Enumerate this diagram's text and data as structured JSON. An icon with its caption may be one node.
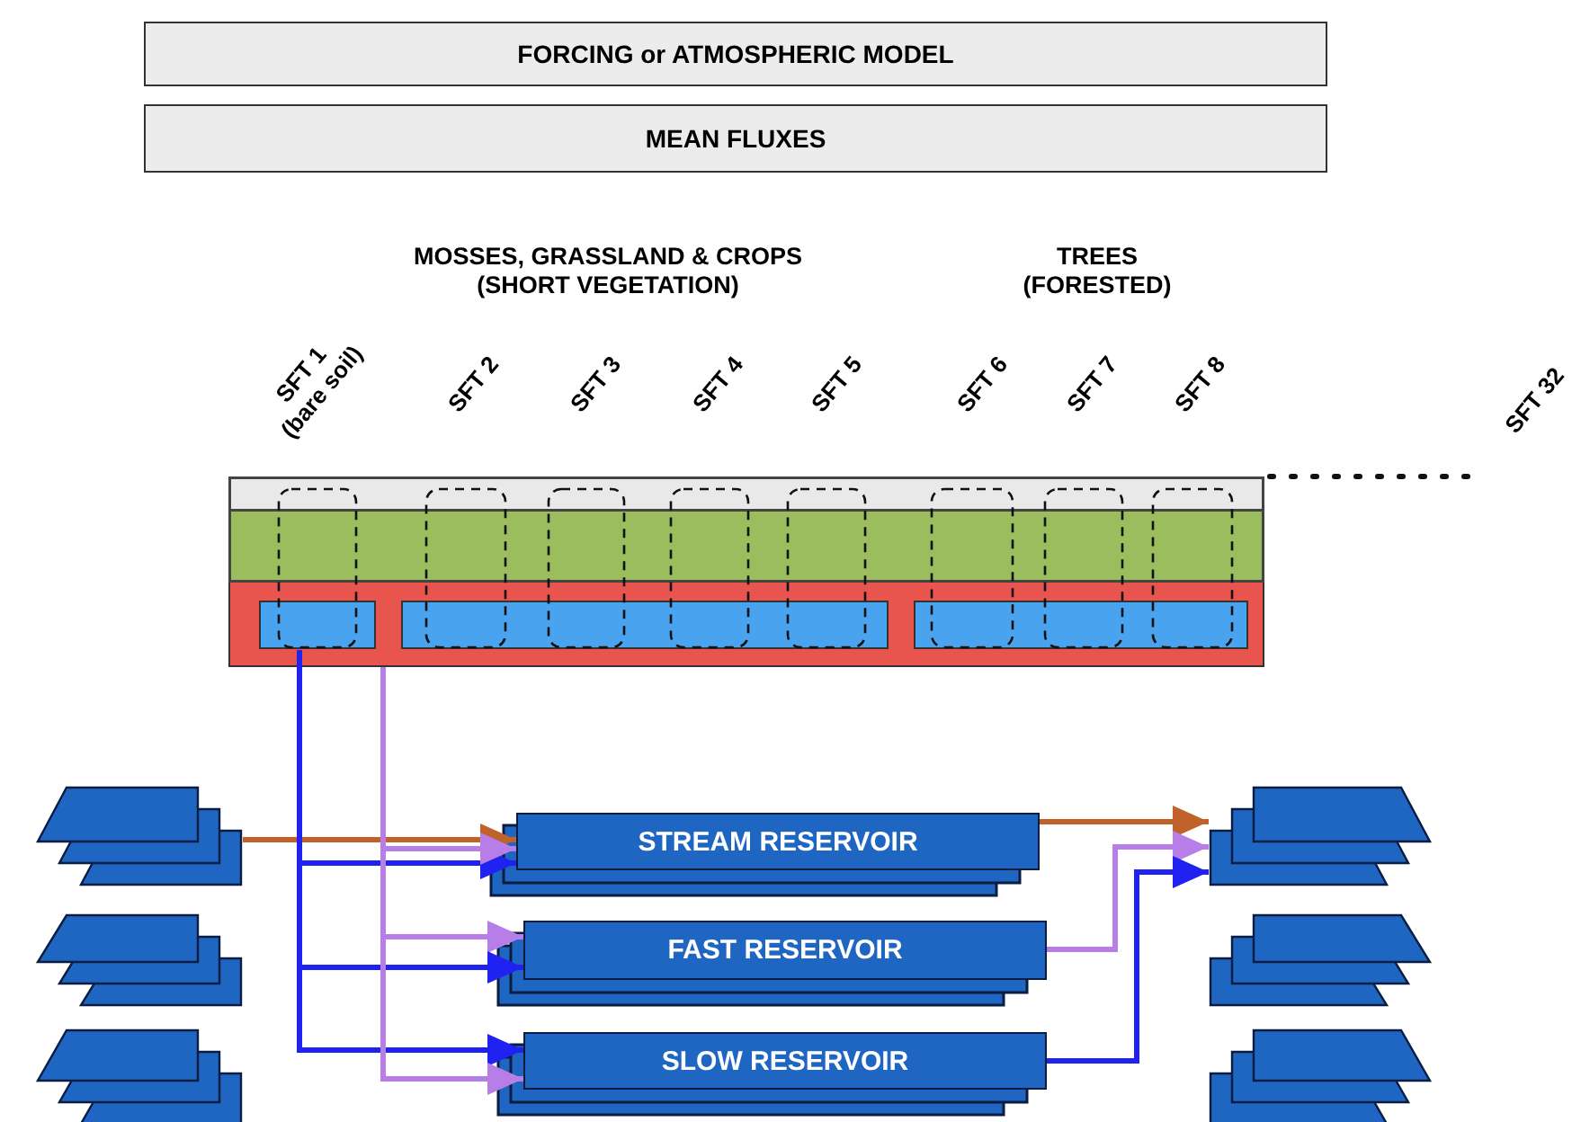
{
  "diagram": {
    "nodes": [
      {
        "text": [
          "FORCING or ATMOSPHERIC MODEL"
        ]
      },
      {
        "text": [
          "MEAN FLUXES"
        ]
      },
      {
        "text": [],
        "shape": "box"
      },
      {
        "text": [],
        "shape": "box",
        "in": 2
      },
      {
        "text": [],
        "shape": "box",
        "in": 2
      },
      {
        "text": [],
        "shape": "box",
        "in": 2
      },
      {
        "text": [
          "STREAM RESERVOIR"
        ]
      },
      {
        "text": [
          "FAST RESERVOIR"
        ]
      },
      {
        "text": [
          "SLOW RESERVOIR"
        ]
      },
      {
        "text": [],
        "shape": "parallelogram"
      },
      {
        "text": [],
        "shape": "parallelogram"
      },
      {
        "text": [],
        "shape": "parallelogram"
      },
      {
        "text": [],
        "shape": "parallelogram"
      },
      {
        "text": [],
        "shape": "parallelogram"
      },
      {
        "text": [],
        "shape": "parallelogram"
      }
    ],
    "edges": [
      {
        "from": 9,
        "to": 6,
        "arrow": "to",
        "color": "#c0622a"
      },
      {
        "from": 3,
        "to": 6,
        "arrow": "to",
        "color": "#1f22f0"
      },
      {
        "from": 2,
        "to": 6,
        "arrow": "to",
        "color": "#b87ee8"
      },
      {
        "from": 2,
        "to": 7,
        "arrow": "to",
        "color": "#b87ee8"
      },
      {
        "from": 3,
        "to": 7,
        "arrow": "to",
        "color": "#1f22f0"
      },
      {
        "from": 3,
        "to": 8,
        "arrow": "to",
        "color": "#1f22f0"
      },
      {
        "from": 2,
        "to": 8,
        "arrow": "to",
        "color": "#b87ee8"
      },
      {
        "from": 6,
        "to": 12,
        "arrow": "to",
        "color": "#c0622a"
      },
      {
        "from": 7,
        "to": 12,
        "arrow": "to",
        "color": "#b87ee8"
      },
      {
        "from": 8,
        "to": 12,
        "arrow": "to",
        "color": "#1f22f0"
      }
    ],
    "labels": [
      "MOSSES, GRASSLAND & CROPS (SHORT VEGETATION)",
      "TREES (FORESTED)",
      "SFT 1 (bare soil)",
      "SFT 2",
      "SFT 3",
      "SFT 4",
      "SFT 5",
      "SFT 6",
      "SFT 7",
      "SFT 8",
      "SFT 32"
    ]
  }
}
